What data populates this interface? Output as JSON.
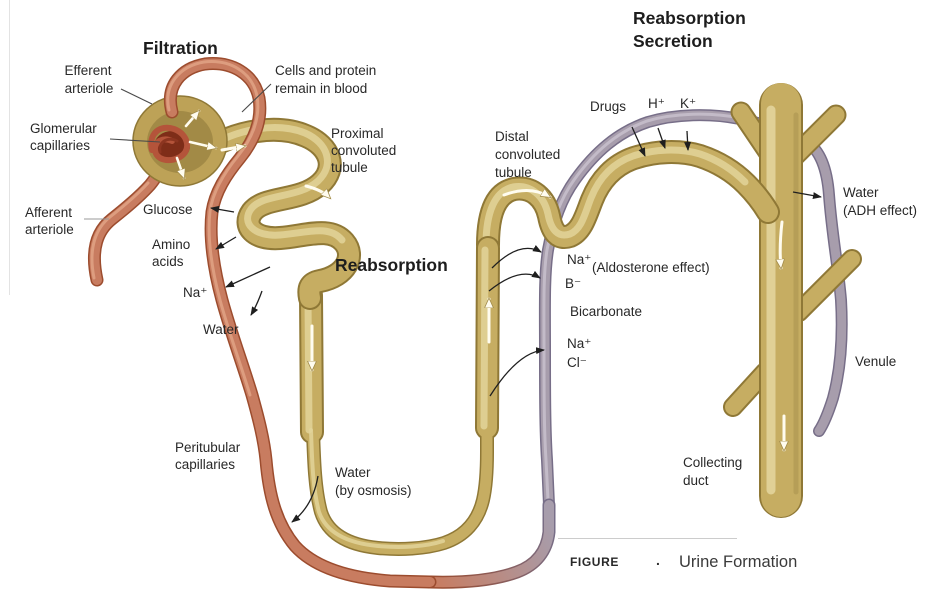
{
  "headings": {
    "filtration": "Filtration",
    "reabsorption": "Reabsorption",
    "reabsorption_secretion_line1": "Reabsorption",
    "reabsorption_secretion_line2": "Secretion"
  },
  "labels": {
    "efferent_arteriole": {
      "line1": "Efferent",
      "line2": "arteriole"
    },
    "cells_protein": {
      "line1": "Cells and protein",
      "line2": "remain in blood"
    },
    "glomerular_capillaries": {
      "line1": "Glomerular",
      "line2": "capillaries"
    },
    "afferent_arteriole": {
      "line1": "Afferent",
      "line2": "arteriole"
    },
    "glucose": "Glucose",
    "amino_acids": {
      "line1": "Amino",
      "line2": "acids"
    },
    "sodium": "Na⁺",
    "water": "Water",
    "proximal_tubule": {
      "line1": "Proximal",
      "line2": "convoluted",
      "line3": "tubule"
    },
    "distal_tubule": {
      "line1": "Distal",
      "line2": "convoluted",
      "line3": "tubule"
    },
    "drugs": "Drugs",
    "hydrogen": "H⁺",
    "potassium": "K⁺",
    "water_adh": {
      "line1": "Water",
      "line2": "(ADH effect)"
    },
    "sodium_aldosterone": {
      "ion": "Na⁺",
      "effect": "(Aldosterone effect)"
    },
    "b_ion": "B⁻",
    "bicarbonate": "Bicarbonate",
    "sodium_chloride": {
      "line1": "Na⁺",
      "line2": "Cl⁻"
    },
    "venule": "Venule",
    "peritubular_capillaries": {
      "line1": "Peritubular",
      "line2": "capillaries"
    },
    "water_osmosis": {
      "line1": "Water",
      "line2": "(by osmosis)"
    },
    "collecting_duct": {
      "line1": "Collecting",
      "line2": "duct"
    }
  },
  "caption": {
    "figure_label": "FIGURE",
    "separator": ".",
    "title": "Urine Formation"
  },
  "colors": {
    "tubule": "#c6ad62",
    "tubule_edge": "#8f7836",
    "arteriole": "#c87c60",
    "arteriole_edge": "#9c4c2e",
    "venule": "#a79dac",
    "venule_edge": "#776e88",
    "figure_accent": "#1899c2",
    "text": "#282828"
  }
}
